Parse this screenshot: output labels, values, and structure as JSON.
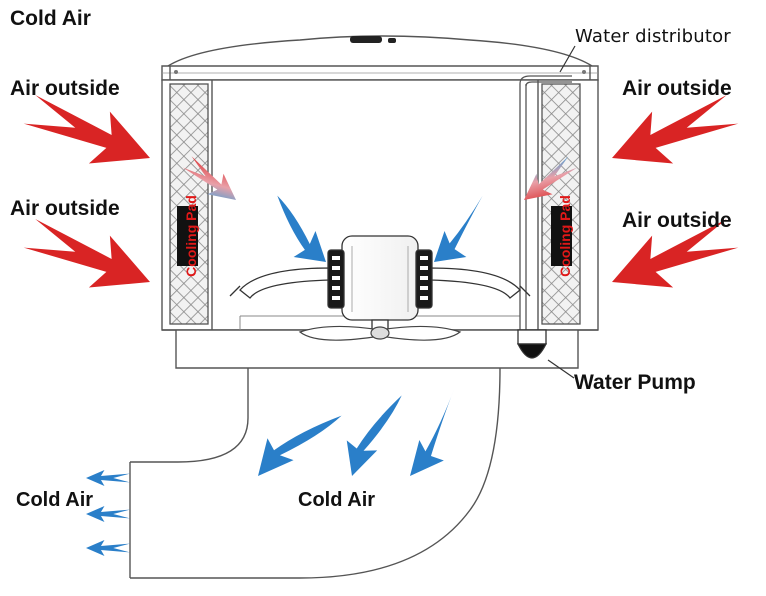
{
  "labels": {
    "cold_air_top": "Cold Air",
    "water_distributor": "Water distributor",
    "air_outside_top_left": "Air outside",
    "air_outside_mid_left": "Air outside",
    "air_outside_top_right": "Air outside",
    "air_outside_mid_right": "Air outside",
    "water_pump": "Water Pump",
    "cold_air_bottom_left": "Cold Air",
    "cold_air_bottom_center": "Cold Air",
    "cooling_pad_left": "Cooling Pad",
    "cooling_pad_right": "Cooling Pad"
  },
  "colors": {
    "outside_air_arrow": "#d92424",
    "cold_air_arrow": "#2a7fc9",
    "pad_label": "#e01818",
    "pad_label_bg": "#111111",
    "outline": "#555555"
  },
  "icons": {
    "outside_air": "red-arrow-icon",
    "cold_air": "blue-arrow-icon"
  }
}
